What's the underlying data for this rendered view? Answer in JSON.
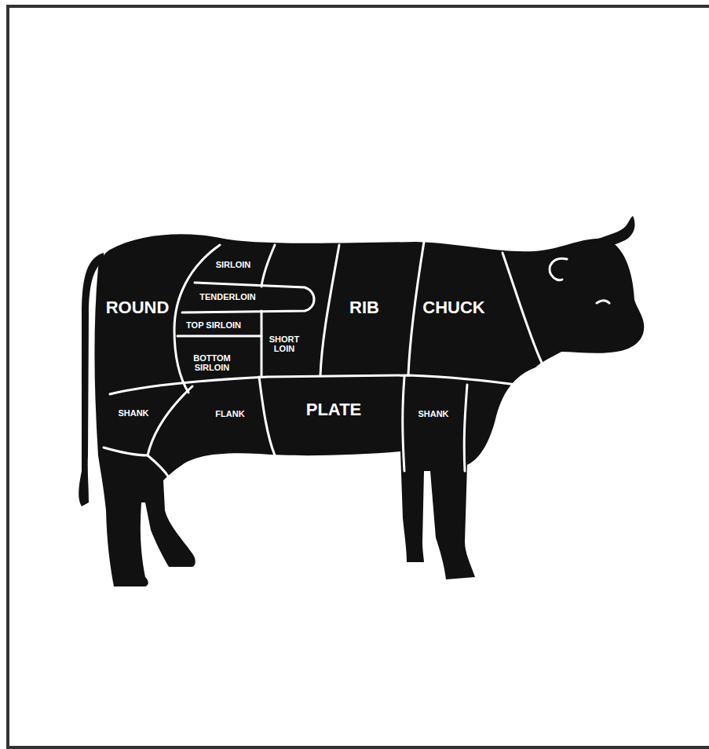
{
  "diagram": {
    "labels": [
      "SIRLOIN",
      "TENDERLOIN",
      "ROUND",
      "RIB",
      "CHUCK",
      "TOP SIRLOIN",
      "SHORT LOIN",
      "BOTTOM SIRLOIN",
      "SHANK",
      "FLANK",
      "PLATE",
      "SHANK"
    ]
  }
}
